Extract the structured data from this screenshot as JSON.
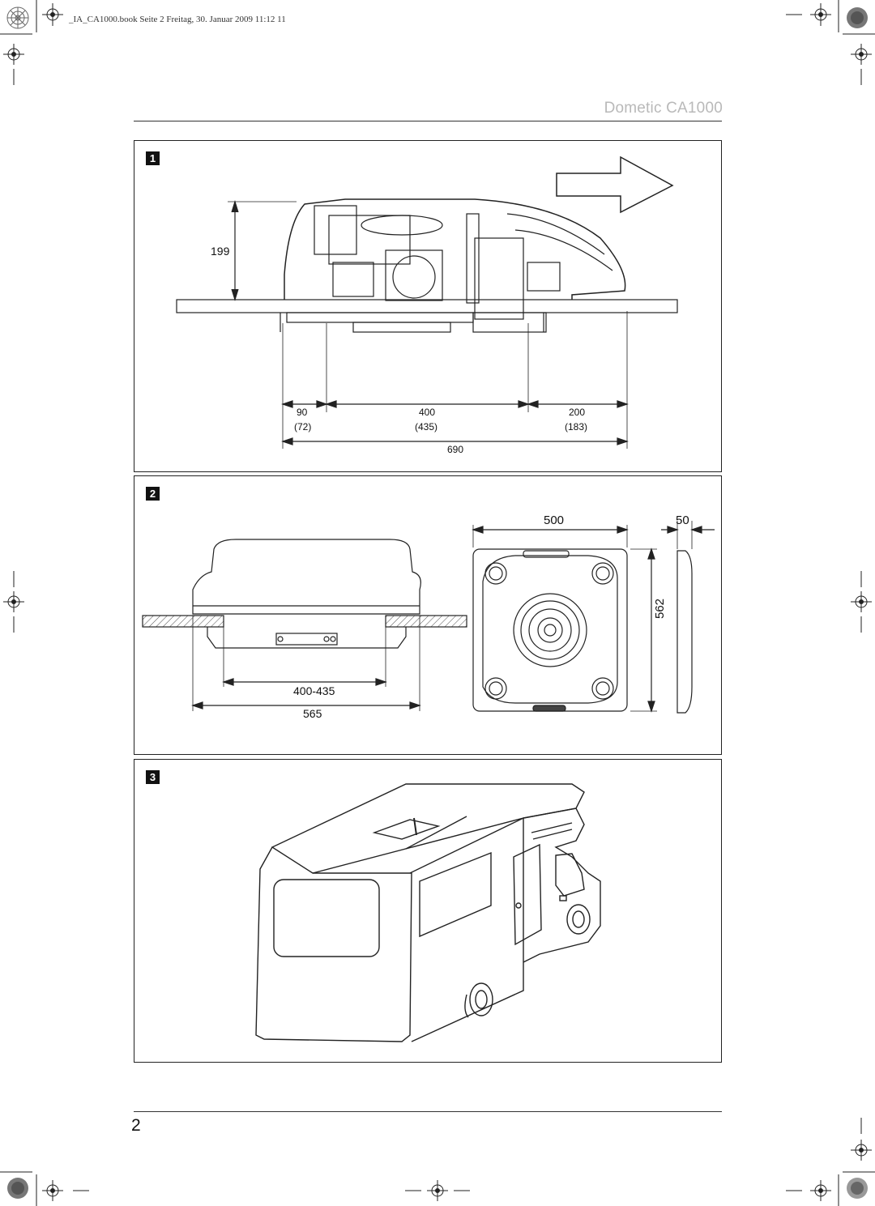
{
  "print_header": "_IA_CA1000.book  Seite 2  Freitag, 30. Januar 2009  11:12 11",
  "brand": "Dometic CA1000",
  "colors": {
    "brand_gray": "#b9b9b9",
    "line": "#222222"
  },
  "figures": {
    "fig1": {
      "number": "1",
      "height_dim": "199",
      "dims": [
        {
          "value": "90",
          "alt": "(72)"
        },
        {
          "value": "400",
          "alt": "(435)"
        },
        {
          "value": "200",
          "alt": "(183)"
        }
      ],
      "total": "690"
    },
    "fig2": {
      "number": "2",
      "inner_width": "400-435",
      "outer_width": "565",
      "top_width": "500",
      "side_depth": "50",
      "height": "562"
    },
    "fig3": {
      "number": "3"
    }
  },
  "page_number": "2"
}
